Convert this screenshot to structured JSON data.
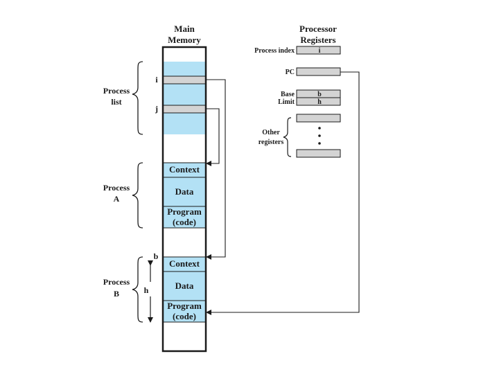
{
  "memory": {
    "title_line1": "Main",
    "title_line2": "Memory",
    "labels": {
      "i": "i",
      "j": "j",
      "b": "b",
      "h": "h"
    },
    "process_a": {
      "context": "Context",
      "data": "Data",
      "program_line1": "Program",
      "program_line2": "(code)"
    },
    "process_b": {
      "context": "Context",
      "data": "Data",
      "program_line1": "Program",
      "program_line2": "(code)"
    }
  },
  "side_labels": {
    "process_list_line1": "Process",
    "process_list_line2": "list",
    "process_a_line1": "Process",
    "process_a_line2": "A",
    "process_b_line1": "Process",
    "process_b_line2": "B"
  },
  "registers": {
    "title_line1": "Processor",
    "title_line2": "Registers",
    "process_index_label": "Process index",
    "process_index_value": "i",
    "pc_label": "PC",
    "base_label": "Base",
    "base_value": "b",
    "limit_label": "Limit",
    "limit_value": "h",
    "other_line1": "Other",
    "other_line2": "registers"
  },
  "colors": {
    "memory_fill": "#b3e1f5",
    "slot_fill": "#d4d4d4",
    "outline": "#1a1a1a"
  }
}
